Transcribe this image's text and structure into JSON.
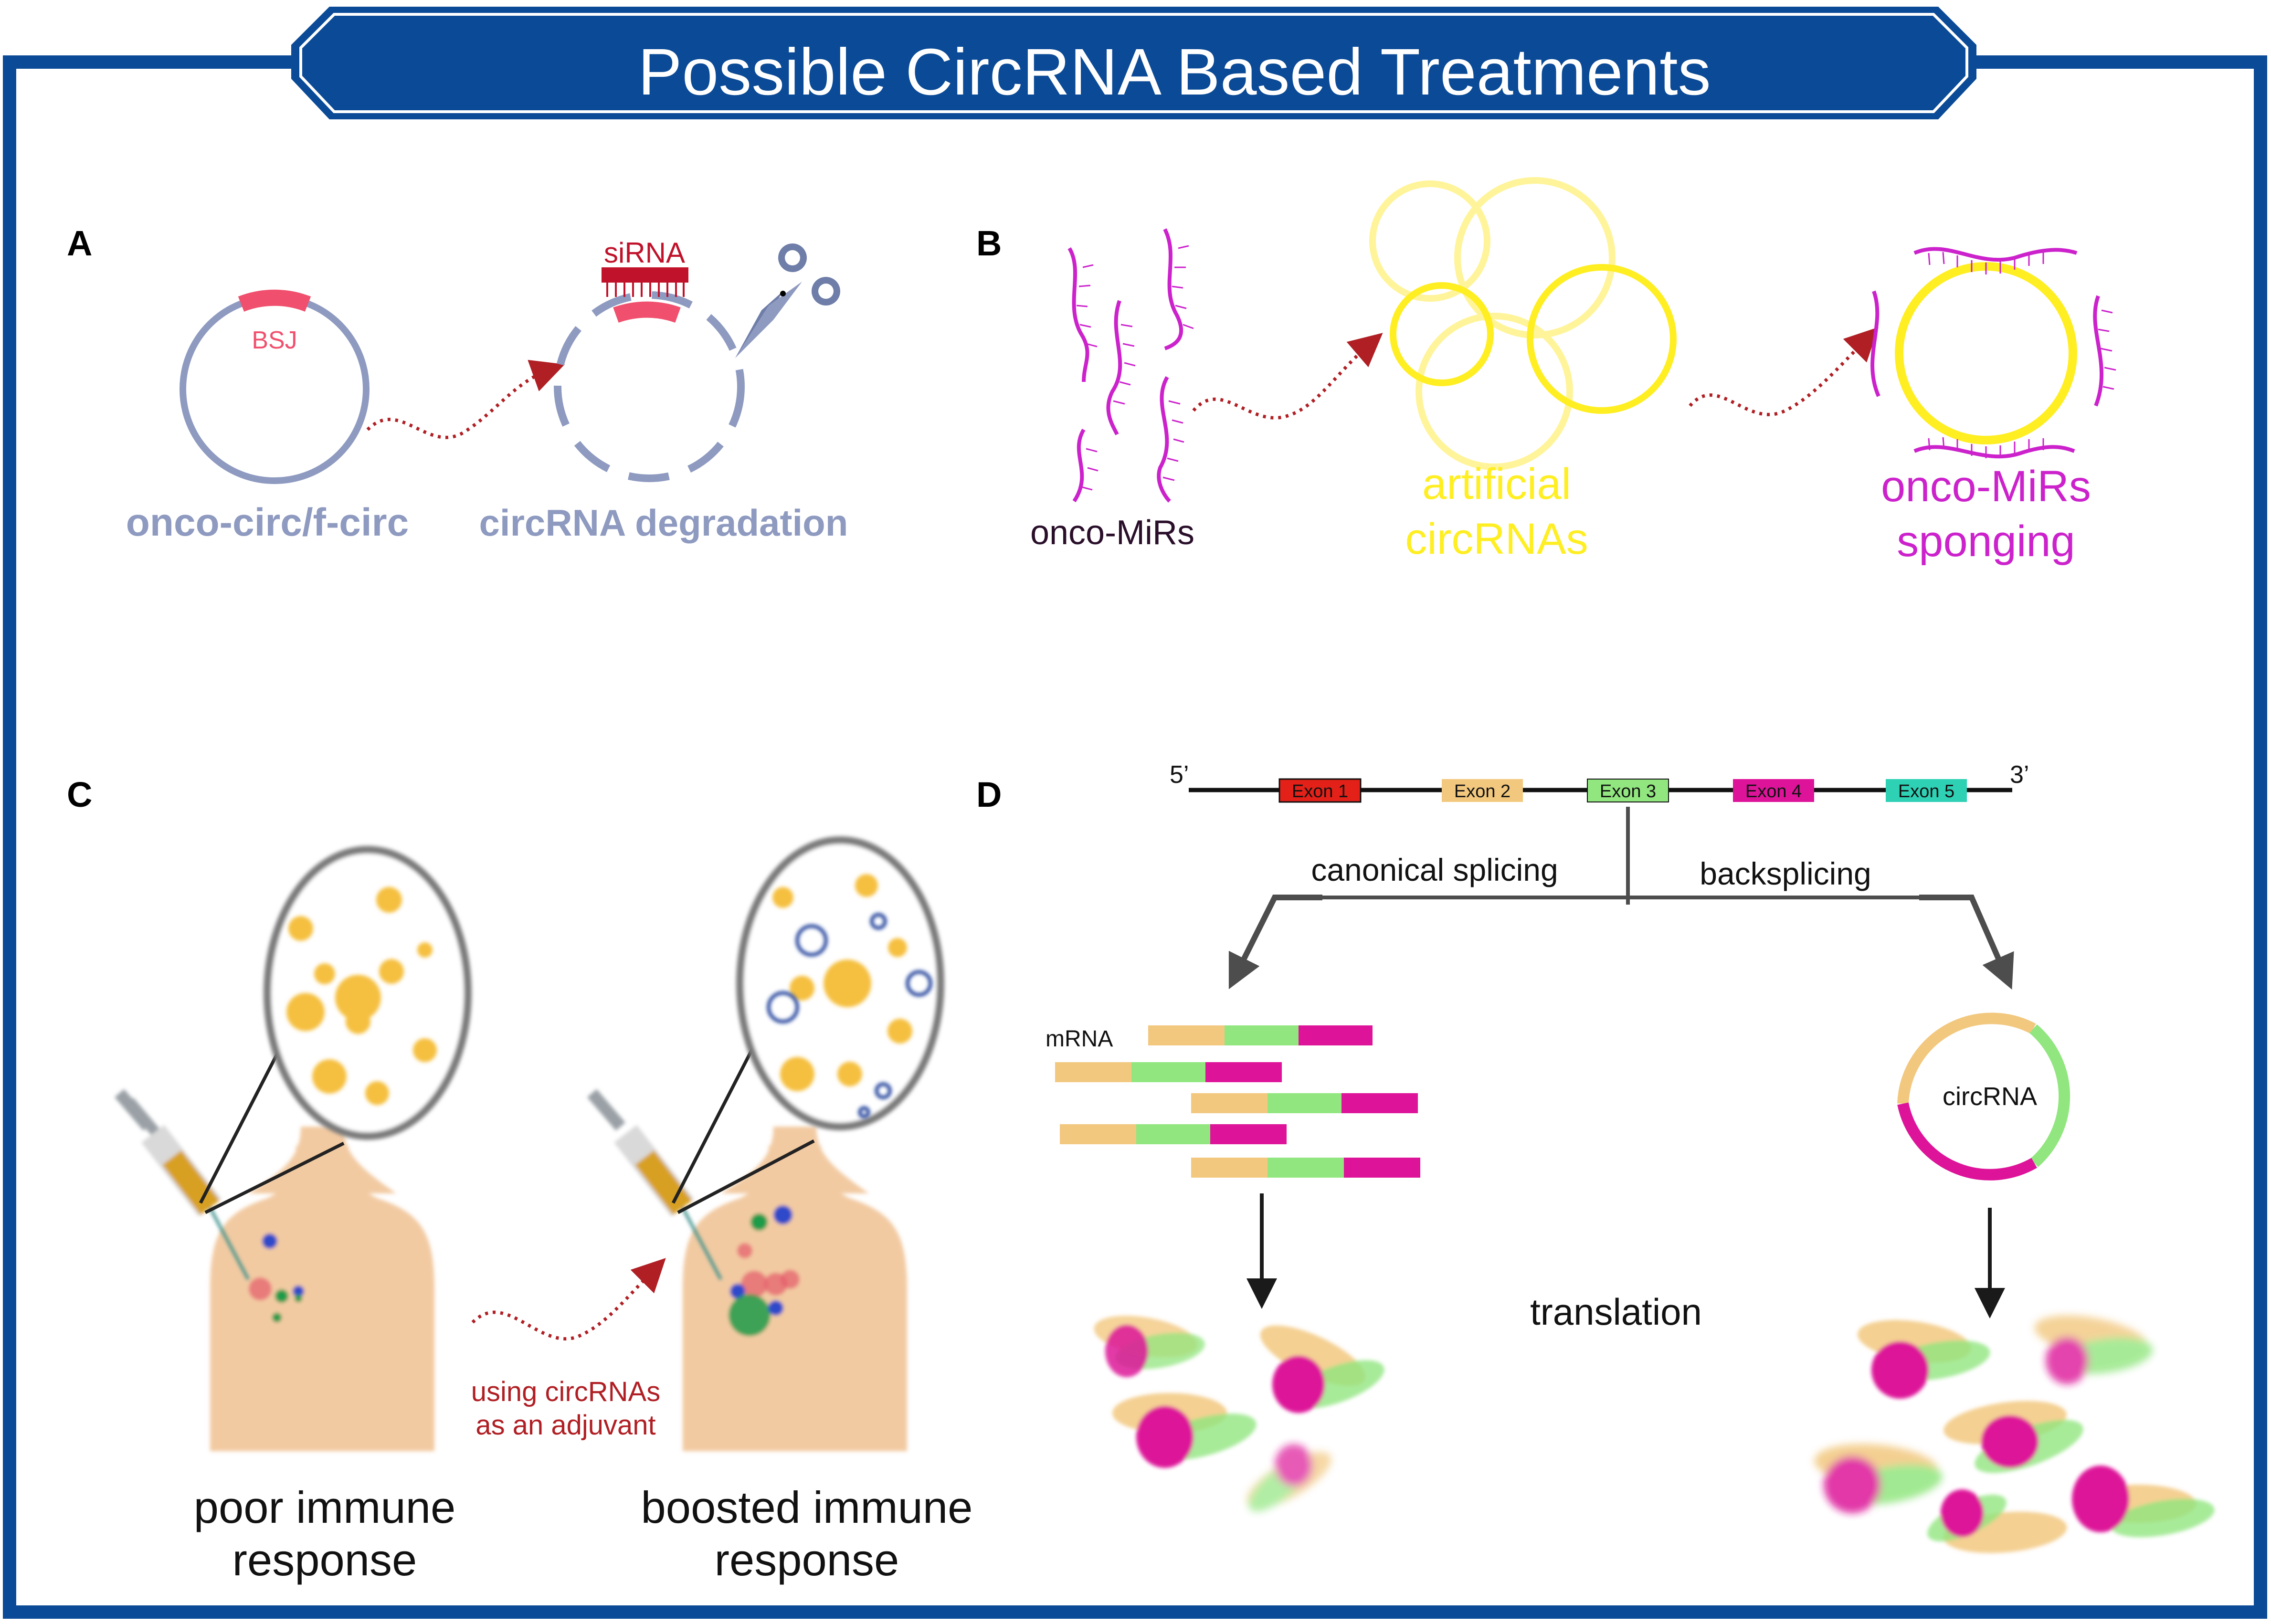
{
  "title": "Possible CircRNA Based Treatments",
  "colors": {
    "frame": "#0b4a96",
    "circ": "#8e9ac0",
    "bsj": "#f0506e",
    "arrow": "#b01f24",
    "magenta": "#cc22cc",
    "yellow": "#ffee22",
    "exon1": "#e32119",
    "exon2": "#f2c87f",
    "exon3": "#91e67f",
    "exon4": "#dd1499",
    "exon5": "#2fd1b5",
    "skin": "#f2caa2",
    "tumorCell": "#f5c040",
    "circleBlue": "#1f3c99",
    "arrowGray": "#4d4d4d"
  },
  "panelA": {
    "letter": "A",
    "bsj_label": "BSJ",
    "sirna_label": "siRNA",
    "circ_label": "onco-circ/f-circ",
    "degradation_label": "circRNA degradation",
    "icons": {
      "scissors": "scissors-icon"
    }
  },
  "panelB": {
    "letter": "B",
    "mirs_label": "onco-MiRs",
    "artificial_line1": "artificial",
    "artificial_line2": "circRNAs",
    "sponging_line1": "onco-MiRs",
    "sponging_line2": "sponging"
  },
  "panelC": {
    "letter": "C",
    "poor_line1": "poor immune",
    "poor_line2": "response",
    "adjuvant_line1": "using circRNAs",
    "adjuvant_line2": "as an adjuvant",
    "boosted_line1": "boosted immune",
    "boosted_line2": "response",
    "icons": {
      "syringe": "syringe-icon",
      "magnifier": "magnifier-icon",
      "body": "torso-icon"
    }
  },
  "panelD": {
    "letter": "D",
    "five_prime": "5’",
    "three_prime": "3’",
    "exons": [
      "Exon 1",
      "Exon 2",
      "Exon 3",
      "Exon 4",
      "Exon 5"
    ],
    "canonical_label": "canonical splicing",
    "backsplicing_label": "backsplicing",
    "mrna_label": "mRNA",
    "circrna_label": "circRNA",
    "translation_label": "translation"
  }
}
